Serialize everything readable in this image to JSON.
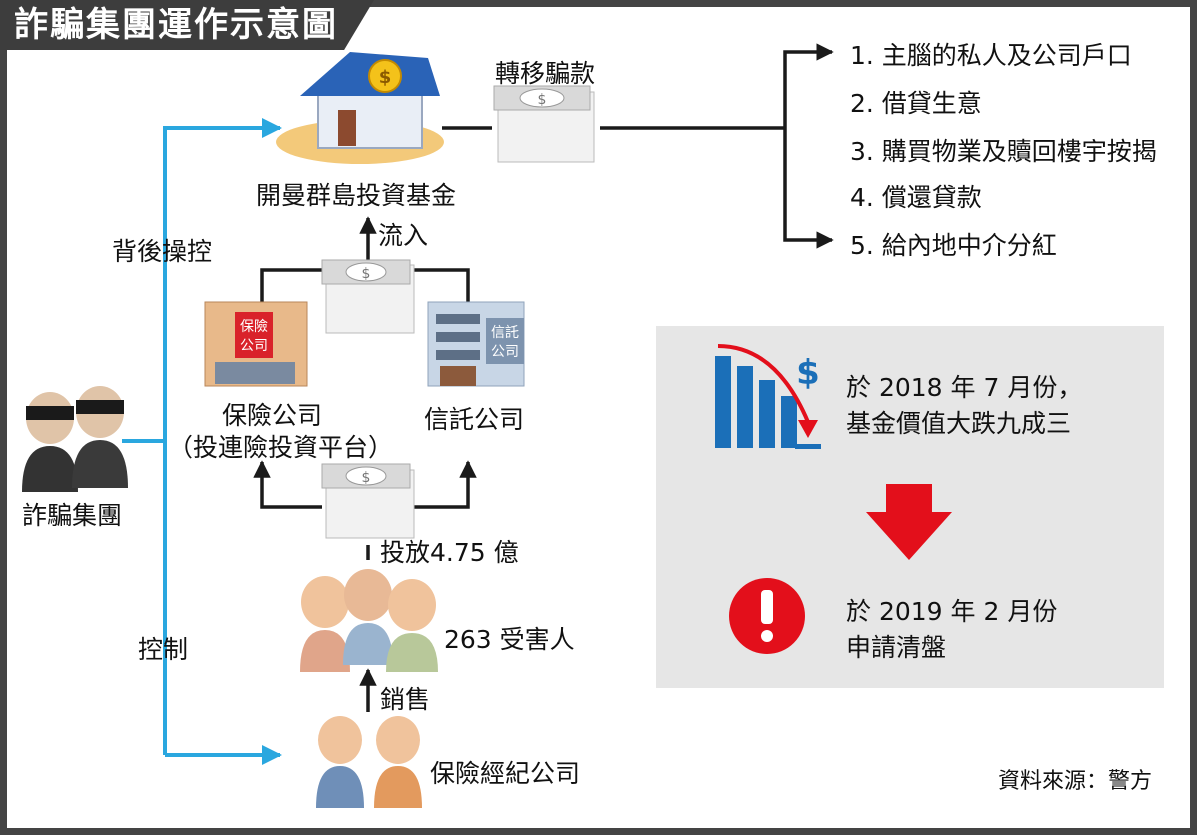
{
  "title": "詐騙集團運作示意圖",
  "nodes": {
    "fund": "開曼群島投資基金",
    "insurance_line1": "保險公司",
    "insurance_line2": "（投連險投資平台）",
    "trust": "信託公司",
    "fraud_group": "詐騙集團",
    "victims": "263 受害人",
    "broker": "保險經紀公司"
  },
  "building_signs": {
    "insurance": [
      "保險",
      "公司"
    ],
    "trust": [
      "信託",
      "公司"
    ]
  },
  "edges": {
    "transfer": "轉移騙款",
    "inflow": "流入",
    "invest": "投放4.75 億",
    "sales": "銷售",
    "manipulate": "背後操控",
    "control": "控制"
  },
  "uses": [
    "1. 主腦的私人及公司戶口",
    "2. 借貸生意",
    "3. 購買物業及贖回樓宇按揭",
    "4. 償還貸款",
    "5. 給內地中介分紅"
  ],
  "timeline": {
    "event1_line1": "於 2018 年 7 月份，",
    "event1_line2": "基金價值大跌九成三",
    "event2_line1": "於 2019 年 2 月份",
    "event2_line2": "申請清盤"
  },
  "source": "資料來源：警方",
  "colors": {
    "title_bg": "#3d3d3d",
    "control_arrow": "#2aa7df",
    "panel_bg": "#e6e6e6",
    "alert_red": "#e30f1b",
    "chart_blue": "#1b6fb8"
  }
}
